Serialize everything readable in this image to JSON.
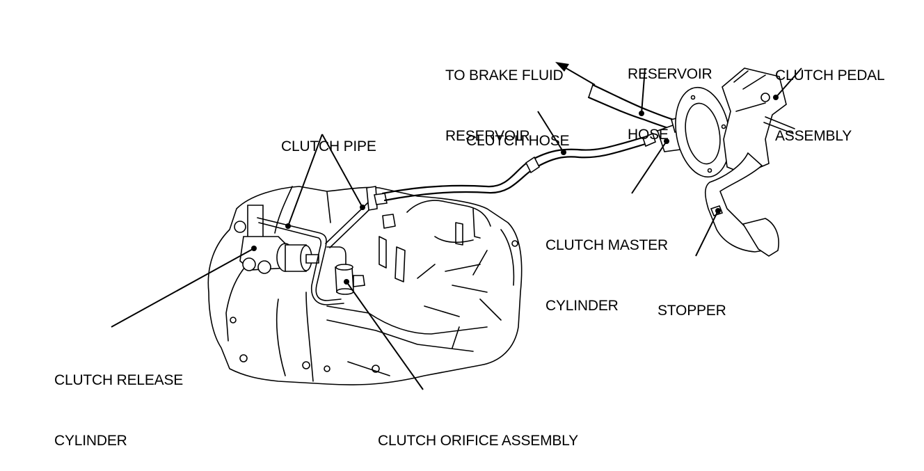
{
  "diagram": {
    "title": "Clutch hydraulic system components",
    "labels": {
      "brake_fluid_reservoir": {
        "line1": "TO BRAKE FLUID",
        "line2": "RESERVOIR"
      },
      "reservoir_hose": {
        "line1": "RESERVOIR",
        "line2": "HOSE"
      },
      "clutch_pedal_assembly": {
        "line1": "CLUTCH PEDAL",
        "line2": "ASSEMBLY"
      },
      "clutch_pipe": {
        "line1": "CLUTCH PIPE"
      },
      "clutch_hose": {
        "line1": "CLUTCH HOSE"
      },
      "clutch_master_cylinder": {
        "line1": "CLUTCH MASTER",
        "line2": "CYLINDER"
      },
      "stopper": {
        "line1": "STOPPER"
      },
      "clutch_release_cylinder": {
        "line1": "CLUTCH RELEASE",
        "line2": "CYLINDER"
      },
      "clutch_orifice_assembly": {
        "line1": "CLUTCH ORIFICE ASSEMBLY"
      }
    },
    "colors": {
      "ink": "#000000",
      "background": "#ffffff"
    }
  }
}
